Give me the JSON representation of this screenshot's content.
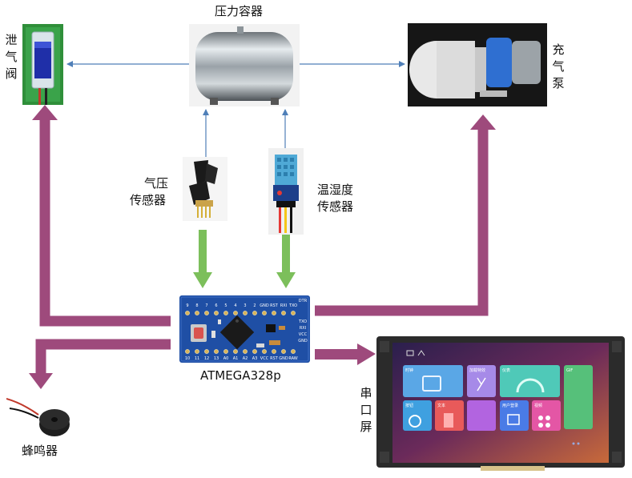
{
  "labels": {
    "vent_valve": "泄气阀",
    "pressure_vessel": "压力容器",
    "pump": "充气泵",
    "pressure_sensor_line1": "气压",
    "pressure_sensor_line2": "传感器",
    "temp_sensor_line1": "温湿度",
    "temp_sensor_line2": "传感器",
    "mcu": "ATMEGA328p",
    "buzzer": "蜂鸣器",
    "serial_screen": "串口屏"
  },
  "board": {
    "top_pins": [
      "9",
      "8",
      "7",
      "6",
      "5",
      "4",
      "3",
      "2",
      "GND",
      "RST",
      "RXI",
      "TXO"
    ],
    "bottom_pins": [
      "10",
      "11",
      "12",
      "13",
      "A0",
      "A1",
      "A2",
      "A3",
      "VCC",
      "RST",
      "GND",
      "RAW"
    ],
    "corner_label": "DTR",
    "side_pins": [
      "TXO",
      "RXI",
      "VCC",
      "GND"
    ]
  },
  "screen": {
    "tiles": [
      "时钟",
      "加载特效",
      "仪表",
      "GIF",
      "按钮",
      "文本",
      "用户登录",
      "视频"
    ]
  },
  "colors": {
    "thick_arrow": "#9e4a7c",
    "sensor_arrow": "#7cbf5b",
    "thin_arrow": "#4f7fb8",
    "board": "#1f4fa5"
  }
}
